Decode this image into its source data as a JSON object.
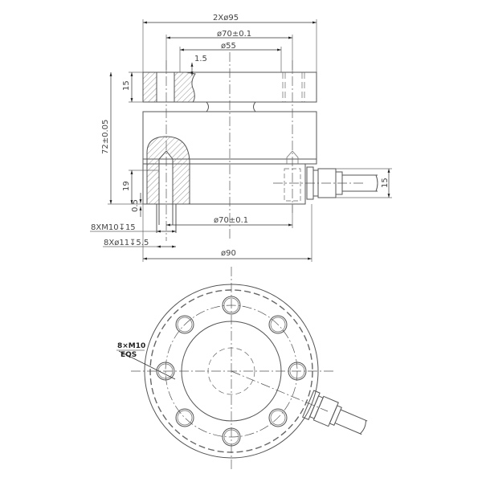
{
  "drawing": {
    "type": "load cell engineering drawing",
    "views": [
      "front-section-view",
      "top-view"
    ],
    "line_color": "#555555",
    "background": "#ffffff"
  },
  "front_view": {
    "dimensions": {
      "top_flange_od": "2Xø95",
      "bolt_circle_top": "ø70±0.1",
      "inner_dia": "ø55",
      "recess_depth": "1.5",
      "flange_thickness": "15",
      "overall_height": "72±0.05",
      "base_height": "19",
      "base_offset": "0.5",
      "thread_callout": "8XM10↧15",
      "counterbore_callout": "8Xø11↧5.5",
      "bolt_circle_bottom": "ø70±0.1",
      "body_dia": "ø90",
      "cable_gland_height": "15"
    }
  },
  "top_view": {
    "callout_line1": "8×M10",
    "callout_line2": "EQS",
    "bolt_hole_count": 8
  }
}
